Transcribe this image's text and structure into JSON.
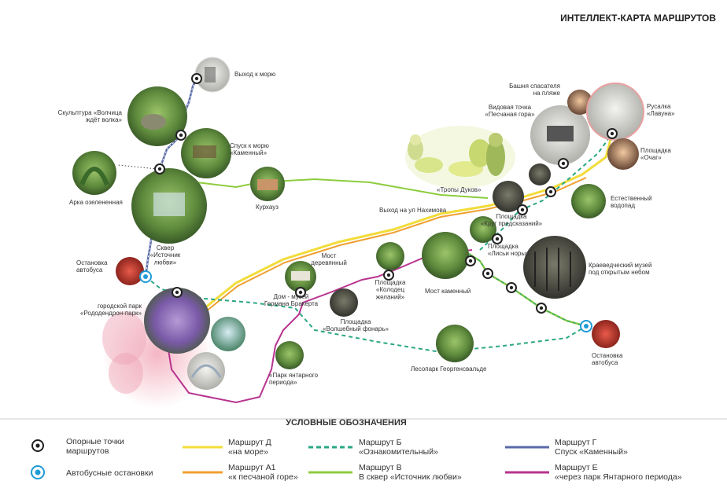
{
  "title": "ИНТЕЛЛЕКТ-КАРТА МАРШРУТОВ",
  "colors": {
    "route_d": "#f2dc3a",
    "route_a1": "#f0a032",
    "route_b": "#2aa784",
    "route_v": "#8dcc3e",
    "route_g": "#5a6aa8",
    "route_e": "#b8338f",
    "bus": "#1e9bd7"
  },
  "places": {
    "vykhod_k_moryu": "Выход к морю",
    "skulptura": "Скульптура «Волчица\nждёт волка»",
    "spusk": "Спуск к морю\n«Каменный»",
    "arka": "Арка озелененная",
    "kurkhauz": "Курхауз",
    "skver": "Сквер\n«Источник\nлюбви»",
    "ostanovka_1": "Остановка\nавтобуса",
    "park_rododendron": "городской парк\n«Рододендрон-парк»",
    "park_yantar": "«Парк янтарного\nпериода»",
    "dom_muzey": "Дом - музей\nГермана Бракерта",
    "most_derev": "Мост\nдеревянный",
    "volsheb_fonar": "Площадка\n«Волшебный фонарь»",
    "kolodets": "Площадка\n«Колодец\nжеланий»",
    "most_kamen": "Мост каменный",
    "lesopark": "Лесопарк Георгенсвальде",
    "ostanovka_2": "Остановка\nавтобуса",
    "vykhod_nakhimova": "Выход на ул Нахимова",
    "tropy": "«Тропы Дуков»",
    "krug": "Площадка\n«Круг предсказаний»",
    "lisi_nory": "Площадка\n«Лисьи норы»",
    "kraeved": "Краеведческий музей\nпод открытым небом",
    "vodopad": "Естественный\nводопад",
    "vidovaya": "Видовая точка\n«Песчаная гора»",
    "bashnya": "Башня спасателя\nна пляже",
    "rusalka": "Русалка\n«Лавуна»",
    "ochag": "Площадка\n«Очаг»"
  },
  "legend": {
    "title": "УСЛОВНЫЕ ОБОЗНАЧЕНИЯ",
    "opornye": "Опорные точки\nмаршрутов",
    "avtobus": "Автобусные остановки",
    "route_d": "Маршрут Д\n«на море»",
    "route_a1": "Маршрут А1\n«к песчаной горе»",
    "route_b": "Маршрут Б\n«Ознакомительный»",
    "route_v": "Маршрут В\nВ сквер «Источник любви»",
    "route_g": "Маршрут Г\nСпуск «Каменный»",
    "route_e": "Маршрут Е\n«через парк Янтарного периода»"
  }
}
